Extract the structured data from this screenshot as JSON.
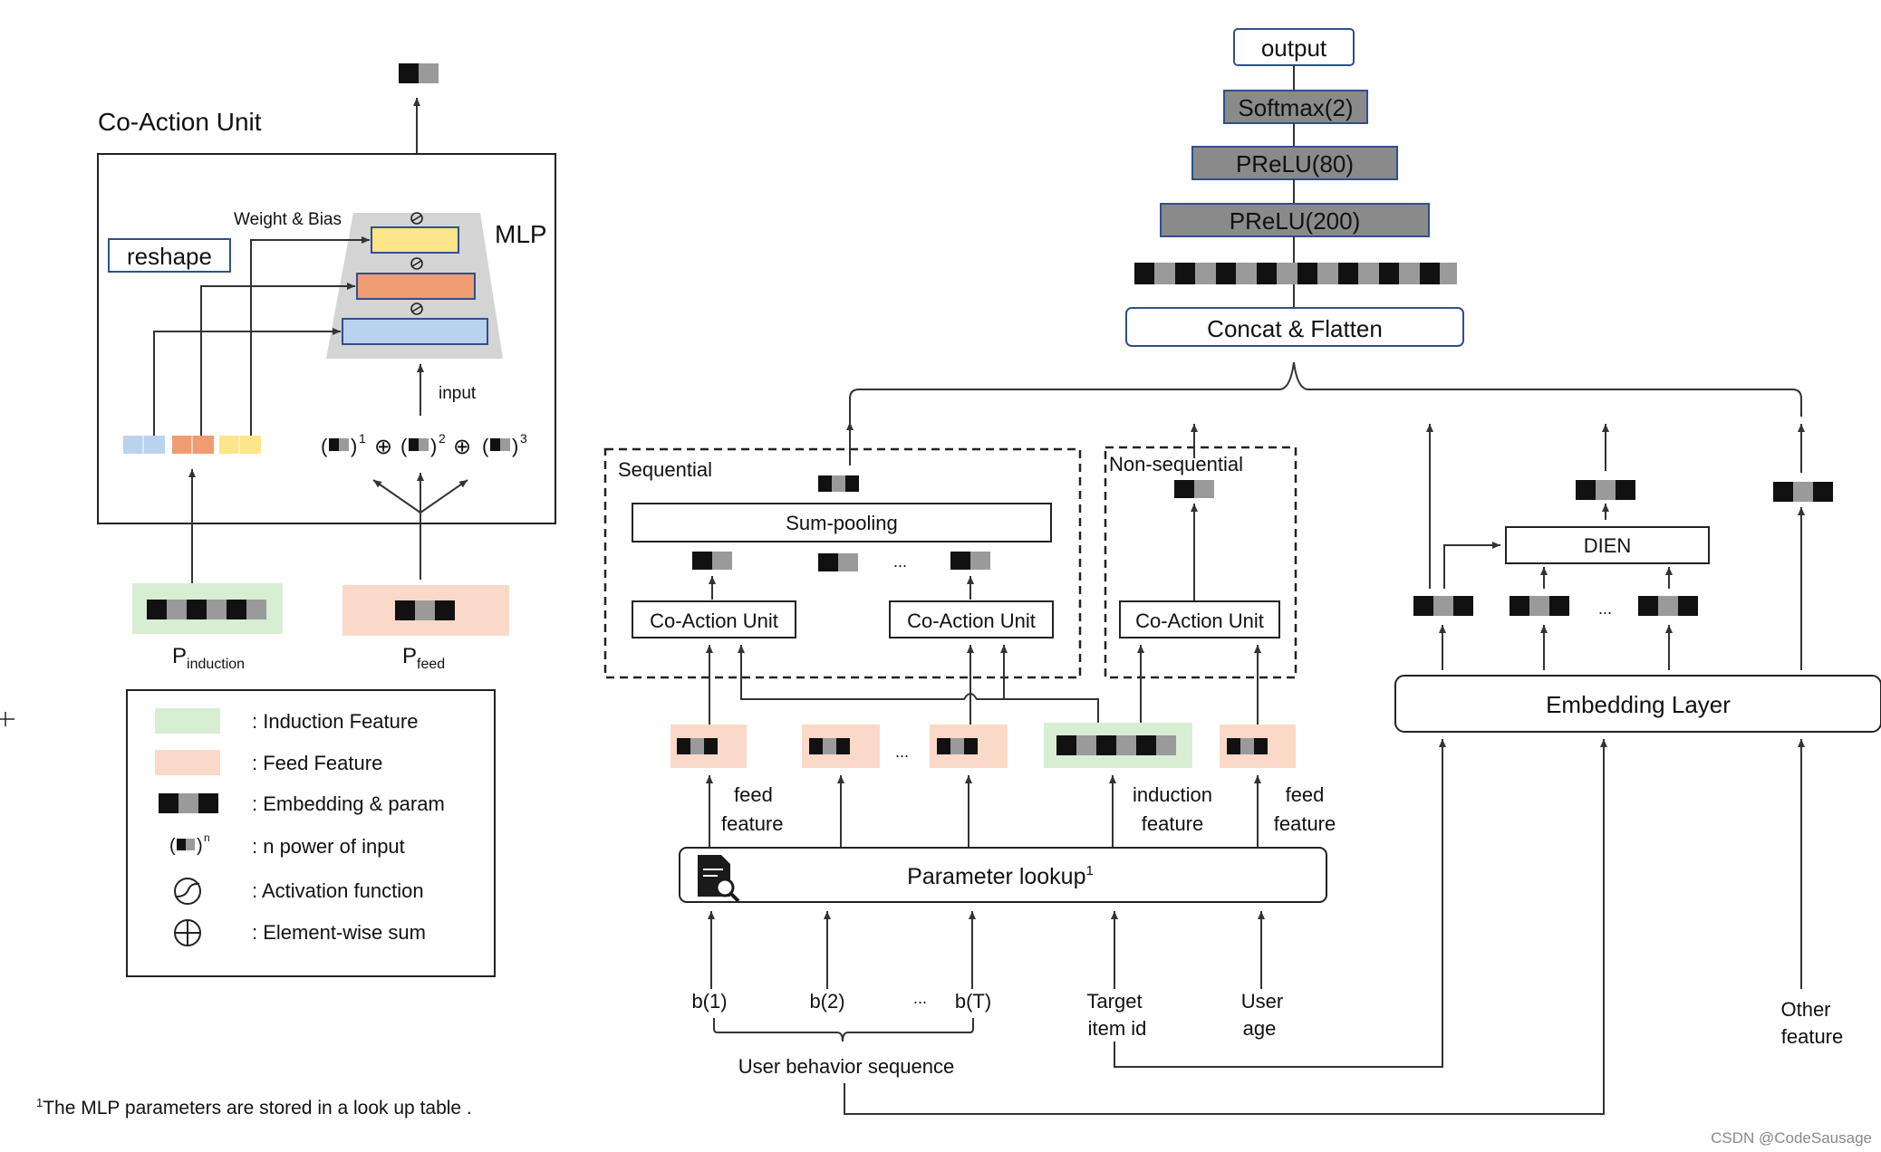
{
  "colors": {
    "induction_feature": "#d7eed2",
    "feed_feature": "#fbd9c8",
    "mlp_layer_1": "#fde58a",
    "mlp_layer_2": "#ef9c72",
    "mlp_layer_3": "#b9d3ee",
    "mlp_body": "#d4d4d4",
    "dense_layer": "#8a8a8a",
    "frame_blue": "#2f4f8f"
  },
  "left": {
    "title": "Co-Action Unit",
    "reshape": "reshape",
    "weight_bias": "Weight & Bias",
    "mlp": "MLP",
    "input": "input",
    "p_induction": "P",
    "p_induction_sub": "induction",
    "p_feed": "P",
    "p_feed_sub": "feed",
    "power_1": "1",
    "power_2": "2",
    "power_3": "3",
    "oplus": "⊕",
    "legend": [
      {
        "text": ": Induction Feature",
        "icon": "green-swatch"
      },
      {
        "text": ": Feed Feature",
        "icon": "orange-swatch"
      },
      {
        "text": ": Embedding & param",
        "icon": "embedding-block"
      },
      {
        "text": ": n power of input",
        "icon": "power-symbol",
        "sup": "n"
      },
      {
        "text": ": Activation function",
        "icon": "activation-icon"
      },
      {
        "text": ": Element-wise sum",
        "icon": "element-wise-sum-icon"
      }
    ],
    "footnote_mark": "1",
    "footnote": "The MLP parameters are stored in a look up table ."
  },
  "right": {
    "output": "output",
    "softmax": "Softmax(2)",
    "prelu80": "PReLU(80)",
    "prelu200": "PReLU(200)",
    "concat": "Concat & Flatten",
    "sequential": "Sequential",
    "non_sequential": "Non-sequential",
    "sum_pooling": "Sum-pooling",
    "co_action_unit": "Co-Action Unit",
    "ellipsis": "...",
    "dien": "DIEN",
    "embedding_layer": "Embedding Layer",
    "feed_feature_line1": "feed",
    "feed_feature_line2": "feature",
    "induction_feature_line1": "induction",
    "induction_feature_line2": "feature",
    "parameter_lookup": "Parameter  lookup",
    "parameter_lookup_sup": "1",
    "b1": "b(1)",
    "b2": "b(2)",
    "bT": "b(T)",
    "target_line1": "Target",
    "target_line2": "item id",
    "user_line1": "User",
    "user_line2": "age",
    "other_line1": "Other",
    "other_line2": "feature",
    "user_behavior_sequence": "User behavior sequence"
  },
  "watermark": "CSDN @CodeSausage"
}
